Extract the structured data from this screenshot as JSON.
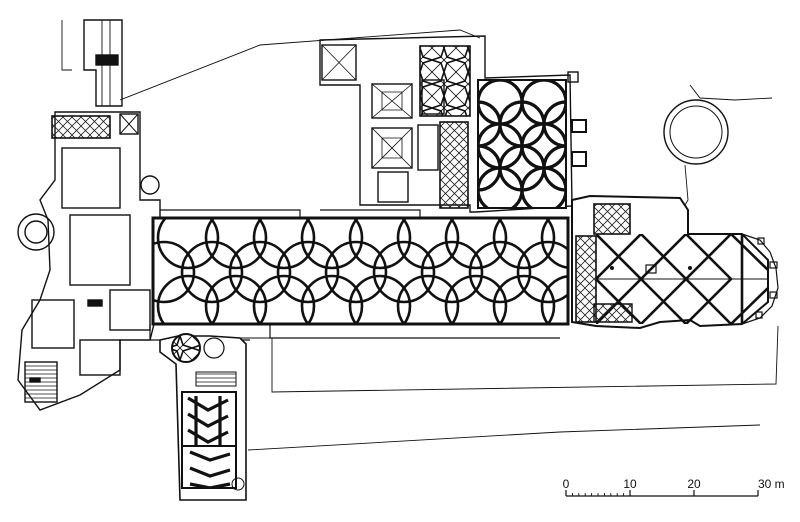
{
  "scale_bar": {
    "ticks": [
      {
        "label": "0",
        "value": 0
      },
      {
        "label": "10",
        "value": 10
      },
      {
        "label": "20",
        "value": 20
      },
      {
        "label": "30 m",
        "value": 30
      }
    ],
    "unit": "m"
  },
  "colors": {
    "line": "#111111",
    "background": "#ffffff"
  }
}
